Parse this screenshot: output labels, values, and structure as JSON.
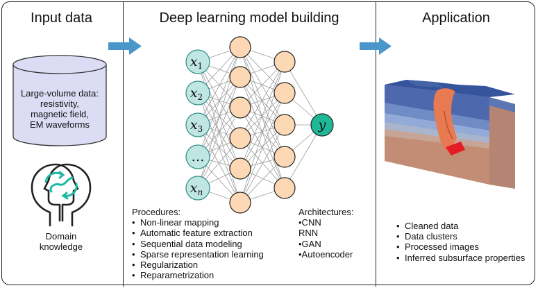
{
  "input": {
    "title": "Input data",
    "cylinder_text": [
      "Large-volume data:",
      "resistivity,",
      "magnetic field,",
      "EM waveforms"
    ],
    "domain_label": [
      "Domain",
      "knowledge"
    ],
    "icon": "head-brain-icon"
  },
  "model": {
    "title": "Deep learning model building",
    "input_labels": [
      "x1",
      "x2",
      "x3",
      "…",
      "xn"
    ],
    "output_label": "y",
    "procedures_title": "Procedures:",
    "procedures": [
      "Non-linear mapping",
      "Automatic feature extraction",
      "Sequential data modeling",
      "Sparse representation learning",
      "Regularization",
      "Reparametrization"
    ],
    "architectures_title": "Architectures:",
    "architectures": [
      "•CNN",
      "RNN",
      "•GAN",
      "•Autoencoder"
    ]
  },
  "application": {
    "title": "Application",
    "items": [
      "Cleaned data",
      "Data clusters",
      "Processed images",
      "Inferred subsurface properties"
    ]
  },
  "colors": {
    "arrow": "#4a95c9",
    "input_node": "#bfe6e2",
    "input_node_stroke": "#2f8f86",
    "hidden_node": "#fcd8b4",
    "output_node": "#1fb896",
    "icon": "#1fb8a4"
  }
}
